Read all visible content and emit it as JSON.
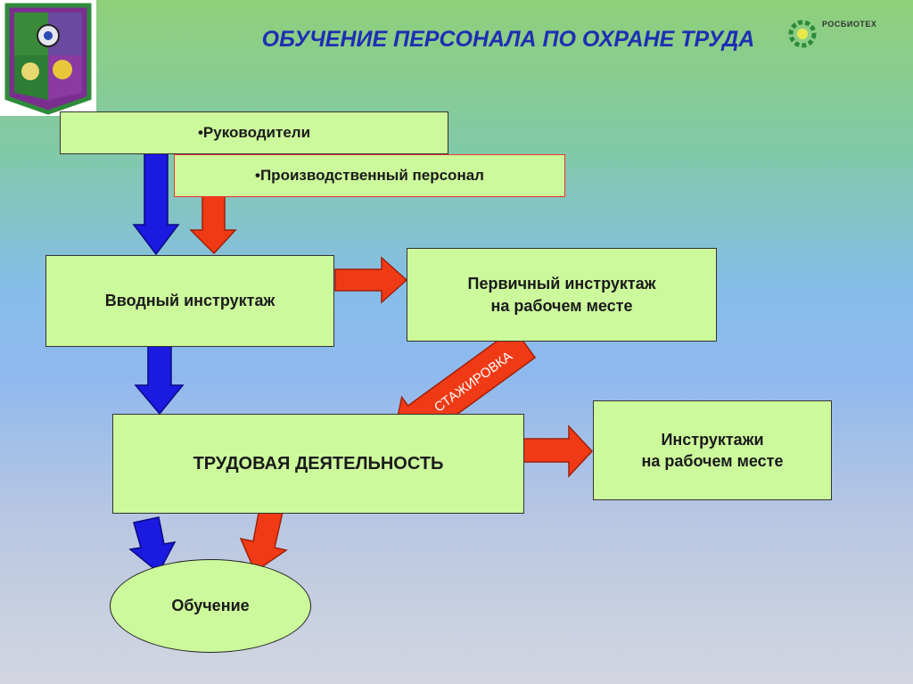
{
  "title": "ОБУЧЕНИЕ ПЕРСОНАЛА ПО ОХРАНЕ ТРУДА",
  "logo_text": "РОСБИОТЕХ",
  "nodes": {
    "leaders": "•Руководители",
    "staff": "•Производственный персонал",
    "intro": "Вводный инструктаж",
    "primary_line1": "Первичный инструктаж",
    "primary_line2": "на рабочем месте",
    "work": "ТРУДОВАЯ ДЕЯТЕЛЬНОСТЬ",
    "workplace_line1": "Инструктажи",
    "workplace_line2": "на рабочем месте",
    "training": "Обучение"
  },
  "arrow_label": "СТАЖИРОВКА",
  "colors": {
    "blue_arrow": "#1a1ae0",
    "red_arrow": "#f03a16",
    "box_fill": "#ccf99c",
    "title": "#1e2eb4"
  }
}
